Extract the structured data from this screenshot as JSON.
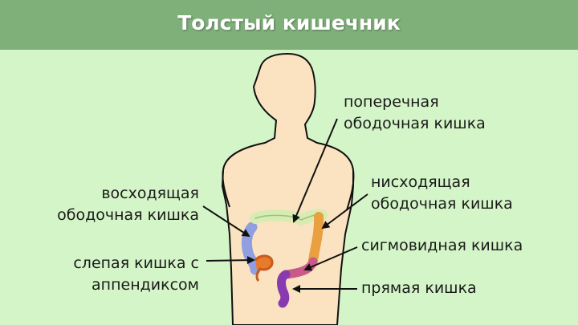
{
  "header": {
    "title": "Толстый кишечник",
    "color": "#7fb07a"
  },
  "background_color": "#d4f5c8",
  "labels": {
    "transverse": "поперечная\nободочная кишка",
    "ascending": "восходящая\nободочная кишка",
    "descending": "нисходящая\nободочная кишка",
    "cecum": "слепая кишка с\nаппендиксом",
    "sigmoid": "сигмовидная кишка",
    "rectum": "прямая кишка"
  },
  "organ_colors": {
    "transverse": "#d6ecb2",
    "ascending": "#8f9fe0",
    "descending": "#e8a040",
    "cecum": "#e87a2c",
    "sigmoid": "#c85a8a",
    "rectum": "#8a3ab0"
  }
}
